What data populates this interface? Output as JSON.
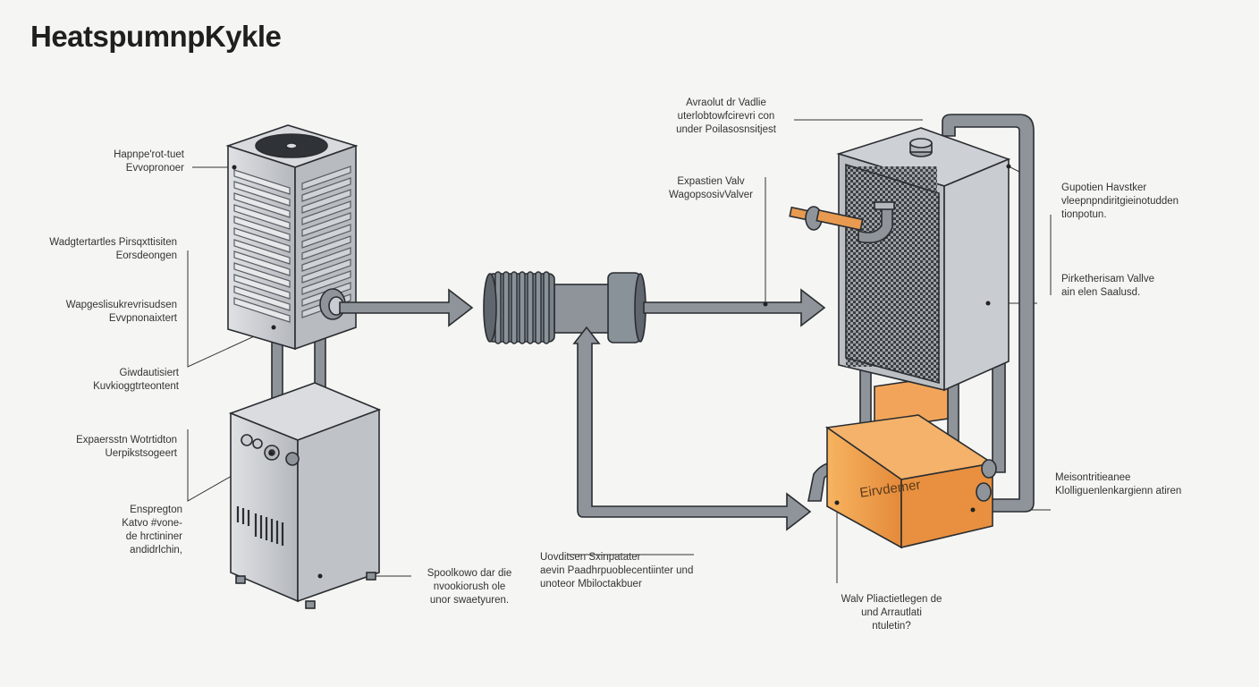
{
  "title": "HeatspumnpKykle",
  "labels": {
    "evaporator_top": "Hapnpe'rot-tuet\nEvvopronoer",
    "weight_transfer": "Wadgtertartles Pirsqxttisiten\nEorsdeongen",
    "wapor_sel": "Wapgeslisukrevrisudsen\nEvvpnonaixtert",
    "giw_kuki": "Giwdautisiert\nKuvkioggtrteontent",
    "expansion_left": "Expaersstn Wotrtidton\nUerpikstsogeert",
    "ensprog": "Enspregton\nKatvo #vone-\nde hrctininer\nandidrlchin,",
    "spoo": "Spoolkowo dar die\nnvookiorush ole\nunor swaetyuren.",
    "ava": "Avraolut dr Vadlie\nuterlobtowfcirevri con\nunder Poilasosnsitjest",
    "exp_valve": "Expastien Valv\nWagopsosivValver",
    "gup": "Gupotien Havstker\nvleepnpndiritgieinotudden\ntionpotun.",
    "pirk": "Pirketherisam Vallve\nain elen Saalusd.",
    "meis": "Meisontritieanee\nKlolliguenlenkargienn atiren",
    "uov": "Uovditsen Sxinpatater\naevin Paadhrpuoblecentiinter und\nunoteor Mbiloctakbuer",
    "wal": "Walv Pliactietlegen de\nund Arrautlati\nntuletin?",
    "unit": "Eirvdemer"
  },
  "colors": {
    "background": "#f5f5f3",
    "metal": "#c9ccd0",
    "metal_dark": "#8e949a",
    "pipe": "#7f8890",
    "orange": "#f0a050",
    "outline": "#2a2d31"
  }
}
